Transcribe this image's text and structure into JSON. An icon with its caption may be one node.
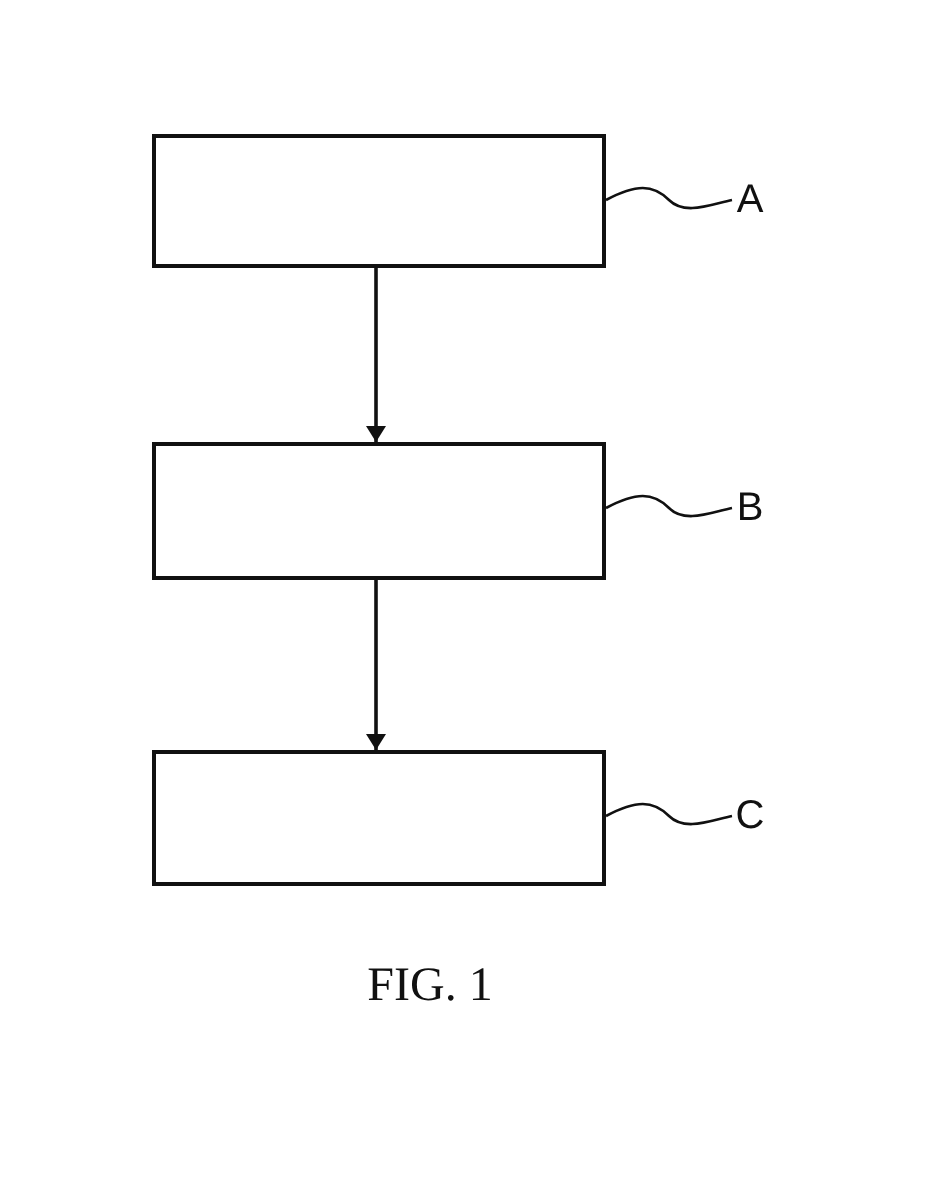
{
  "diagram": {
    "caption": "FIG. 1",
    "nodes": [
      {
        "text": [],
        "shape": "box"
      },
      {
        "text": [
          "A"
        ]
      },
      {
        "text": [],
        "shape": "box"
      },
      {
        "text": [
          "B"
        ]
      },
      {
        "text": [],
        "shape": "box"
      },
      {
        "text": [
          "C"
        ]
      }
    ],
    "edges": [
      {
        "from": 0,
        "to": 2,
        "arrow": "to"
      },
      {
        "from": 2,
        "to": 4,
        "arrow": "to"
      },
      {
        "from": 1,
        "to": 0,
        "arrow": "none"
      },
      {
        "from": 3,
        "to": 2,
        "arrow": "none"
      },
      {
        "from": 5,
        "to": 4,
        "arrow": "none"
      }
    ]
  }
}
